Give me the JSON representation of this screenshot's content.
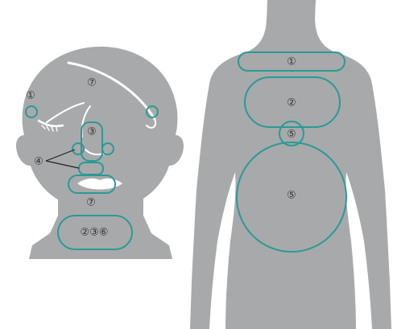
{
  "colors": {
    "silhouette": "#a8a9ab",
    "outline": "#2a9a94",
    "feature": "#ffffff",
    "label": "#333333",
    "background": "#ffffff"
  },
  "labels": {
    "face_cheek_left": "①",
    "face_forehead": "⑦",
    "face_nose": "③",
    "face_pointer": "④",
    "face_chin": "⑦",
    "face_neck": "②③⑥",
    "body_chest_upper": "①",
    "body_chest": "②",
    "body_navel": "⑤",
    "body_abdomen": "⑤"
  }
}
